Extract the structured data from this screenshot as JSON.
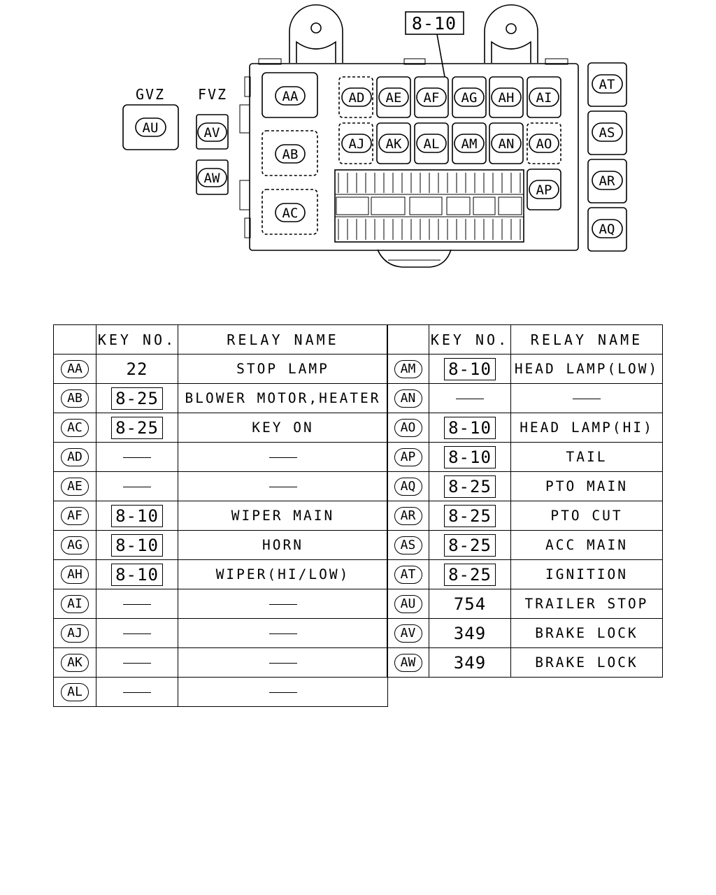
{
  "diagram": {
    "callout": "8-10",
    "group_labels": {
      "gvz": "GVZ",
      "fvz": "FVZ"
    },
    "relays": {
      "AA": "AA",
      "AB": "AB",
      "AC": "AC",
      "AD": "AD",
      "AE": "AE",
      "AF": "AF",
      "AG": "AG",
      "AH": "AH",
      "AI": "AI",
      "AJ": "AJ",
      "AK": "AK",
      "AL": "AL",
      "AM": "AM",
      "AN": "AN",
      "AO": "AO",
      "AP": "AP",
      "AQ": "AQ",
      "AR": "AR",
      "AS": "AS",
      "AT": "AT",
      "AU": "AU",
      "AV": "AV",
      "AW": "AW"
    }
  },
  "table": {
    "headers": {
      "key": "KEY NO.",
      "relay": "RELAY NAME"
    },
    "left_rows": [
      {
        "id": "AA",
        "key": "22",
        "key_boxed": false,
        "name": "STOP LAMP"
      },
      {
        "id": "AB",
        "key": "8-25",
        "key_boxed": true,
        "name": "BLOWER MOTOR,HEATER"
      },
      {
        "id": "AC",
        "key": "8-25",
        "key_boxed": true,
        "name": "KEY ON"
      },
      {
        "id": "AD",
        "key": "",
        "key_boxed": false,
        "name": ""
      },
      {
        "id": "AE",
        "key": "",
        "key_boxed": false,
        "name": ""
      },
      {
        "id": "AF",
        "key": "8-10",
        "key_boxed": true,
        "name": "WIPER MAIN"
      },
      {
        "id": "AG",
        "key": "8-10",
        "key_boxed": true,
        "name": "HORN"
      },
      {
        "id": "AH",
        "key": "8-10",
        "key_boxed": true,
        "name": "WIPER(HI/LOW)"
      },
      {
        "id": "AI",
        "key": "",
        "key_boxed": false,
        "name": ""
      },
      {
        "id": "AJ",
        "key": "",
        "key_boxed": false,
        "name": ""
      },
      {
        "id": "AK",
        "key": "",
        "key_boxed": false,
        "name": ""
      },
      {
        "id": "AL",
        "key": "",
        "key_boxed": false,
        "name": ""
      }
    ],
    "right_rows": [
      {
        "id": "AM",
        "key": "8-10",
        "key_boxed": true,
        "name": "HEAD LAMP(LOW)"
      },
      {
        "id": "AN",
        "key": "",
        "key_boxed": false,
        "name": ""
      },
      {
        "id": "AO",
        "key": "8-10",
        "key_boxed": true,
        "name": "HEAD LAMP(HI)"
      },
      {
        "id": "AP",
        "key": "8-10",
        "key_boxed": true,
        "name": "TAIL"
      },
      {
        "id": "AQ",
        "key": "8-25",
        "key_boxed": true,
        "name": "PTO MAIN"
      },
      {
        "id": "AR",
        "key": "8-25",
        "key_boxed": true,
        "name": "PTO CUT"
      },
      {
        "id": "AS",
        "key": "8-25",
        "key_boxed": true,
        "name": "ACC MAIN"
      },
      {
        "id": "AT",
        "key": "8-25",
        "key_boxed": true,
        "name": "IGNITION"
      },
      {
        "id": "AU",
        "key": "754",
        "key_boxed": false,
        "name": "TRAILER STOP"
      },
      {
        "id": "AV",
        "key": "349",
        "key_boxed": false,
        "name": "BRAKE LOCK"
      },
      {
        "id": "AW",
        "key": "349",
        "key_boxed": false,
        "name": "BRAKE LOCK"
      }
    ]
  }
}
